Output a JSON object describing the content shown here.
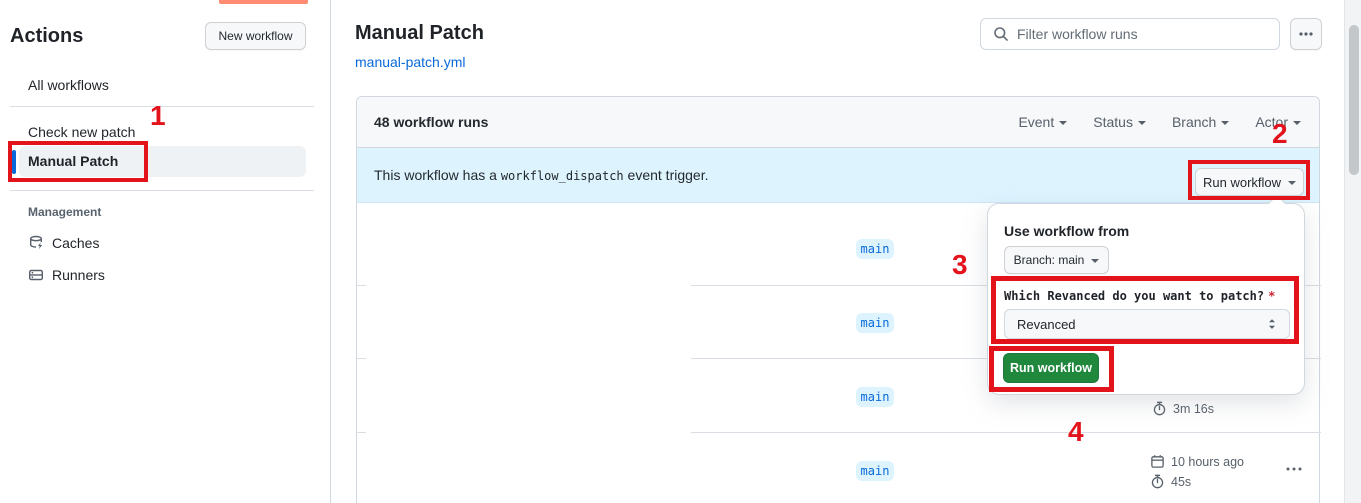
{
  "annotations": {
    "color": "#e3131b",
    "step1": "1",
    "step2": "2",
    "step3": "3",
    "step4": "4"
  },
  "sidebar": {
    "title": "Actions",
    "new_workflow_label": "New workflow",
    "items": [
      {
        "label": "All workflows"
      },
      {
        "label": "Check new patch"
      },
      {
        "label": "Manual Patch",
        "selected": true
      }
    ],
    "management_header": "Management",
    "management_items": [
      {
        "label": "Caches",
        "icon": "cache-icon"
      },
      {
        "label": "Runners",
        "icon": "runners-icon"
      }
    ]
  },
  "header": {
    "title": "Manual Patch",
    "file_link": "manual-patch.yml",
    "search_placeholder": "Filter workflow runs"
  },
  "runs_list": {
    "count_label": "48 workflow runs",
    "filters": [
      {
        "label": "Event"
      },
      {
        "label": "Status"
      },
      {
        "label": "Branch"
      },
      {
        "label": "Actor"
      }
    ],
    "banner": {
      "text_before": "This workflow has a",
      "code": "workflow_dispatch",
      "text_after": "event trigger.",
      "run_workflow_button": "Run workflow"
    },
    "rows": [
      {
        "branch": "main"
      },
      {
        "branch": "main"
      },
      {
        "branch": "main",
        "duration": "3m 16s"
      },
      {
        "branch": "main",
        "date": "10 hours ago",
        "duration": "45s"
      }
    ]
  },
  "dropdown": {
    "heading": "Use workflow from",
    "branch_button": "Branch: main",
    "input_label": "Which Revanced do you want to patch?",
    "required_marker": "*",
    "select_value": "Revanced",
    "run_button": "Run workflow"
  },
  "colors": {
    "accent_blue": "#0969da",
    "banner_blue": "#ddf4ff",
    "success_green": "#1f883d",
    "annotation_red": "#e3131b",
    "tab_orange": "#fd8c73"
  }
}
